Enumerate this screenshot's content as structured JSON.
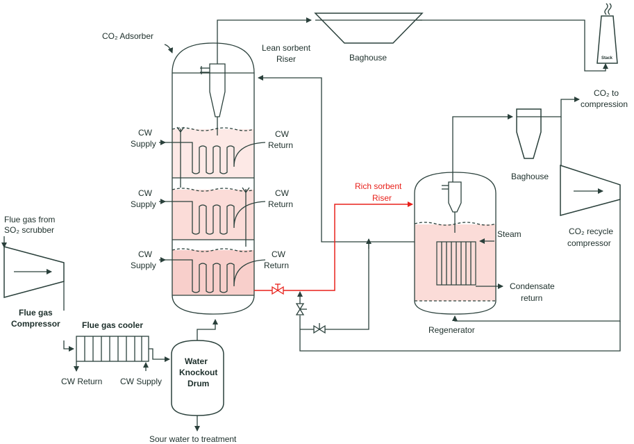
{
  "colors": {
    "line": "#2a403b",
    "text": "#1c2e2a",
    "rich_line": "#e8201a",
    "bed_fill_light": "#fde9e6",
    "bed_fill_mid": "#fbdcd8",
    "bed_fill_dark": "#f8cfcb"
  },
  "labels": {
    "adsorber": "CO₂ Adsorber",
    "lean_riser_1": "Lean sorbent",
    "lean_riser_2": "Riser",
    "baghouse_top": "Baghouse",
    "stack": "Stack",
    "co2_comp_1": "CO₂ to",
    "co2_comp_2": "compression",
    "cw_supply_1a": "CW",
    "cw_supply_1b": "Supply",
    "cw_return_1a": "CW",
    "cw_return_1b": "Return",
    "cw_supply_2a": "CW",
    "cw_supply_2b": "Supply",
    "cw_return_2a": "CW",
    "cw_return_2b": "Return",
    "cw_supply_3a": "CW",
    "cw_supply_3b": "Supply",
    "cw_return_3a": "CW",
    "cw_return_3b": "Return",
    "baghouse_right": "Baghouse",
    "rich_riser_1": "Rich sorbent",
    "rich_riser_2": "Riser",
    "steam": "Steam",
    "condensate_1": "Condensate",
    "condensate_2": "return",
    "regenerator": "Regenerator",
    "recycle_1": "CO₂ recycle",
    "recycle_2": "compressor",
    "flue_in_1": "Flue gas from",
    "flue_in_2": "SO₂ scrubber",
    "flue_comp_1": "Flue gas",
    "flue_comp_2": "Compressor",
    "flue_cooler": "Flue gas cooler",
    "cooler_cw_return": "CW Return",
    "cooler_cw_supply": "CW Supply",
    "ko_1": "Water",
    "ko_2": "Knockout",
    "ko_3": "Drum",
    "sour_water": "Sour water to treatment"
  }
}
